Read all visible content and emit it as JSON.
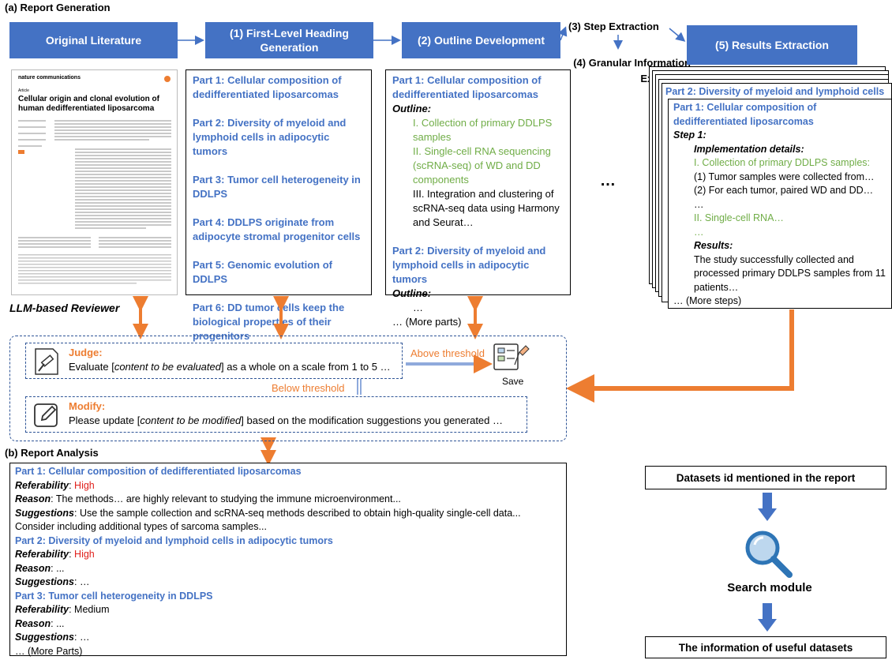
{
  "section_a": "(a) Report Generation",
  "section_b": "(b) Report Analysis",
  "headers": {
    "original": "Original Literature",
    "h1": "(1) First-Level Heading Generation",
    "h2": "(2) Outline Development",
    "h3": "(3) Step Extraction",
    "h4": "(4) Granular Information Extraction",
    "h5": "(5) Results Extraction"
  },
  "paper": {
    "journal": "nature communications",
    "type": "Article",
    "title": "Cellular origin and clonal evolution of human dedifferentiated liposarcoma"
  },
  "parts": [
    "Part 1: Cellular composition of dedifferentiated liposarcomas",
    "Part 2: Diversity of myeloid and lymphoid cells in adipocytic tumors",
    "Part 3: Tumor cell heterogeneity in DDLPS",
    "Part 4: DDLPS originate from adipocyte stromal progenitor cells",
    "Part 5: Genomic evolution of DDLPS",
    "Part 6: DD tumor cells keep the biological properties of their progenitors"
  ],
  "outline": {
    "p1": "Part 1: Cellular composition of dedifferentiated liposarcomas",
    "label": "Outline",
    "i1": "I. Collection of primary DDLPS samples",
    "i2": "II. Single-cell RNA sequencing (scRNA-seq) of WD and DD components",
    "i3": "III. Integration and clustering of scRNA-seq data using Harmony and Seurat…",
    "p2": "Part 2: Diversity of myeloid and lymphoid cells in adipocytic tumors",
    "dots": "…",
    "more": "… (More parts)"
  },
  "ellipsis": "…",
  "results": {
    "back_title": "Part 2: Diversity of myeloid and lymphoid cells",
    "p1": "Part 1: Cellular composition of dedifferentiated liposarcomas",
    "step": "Step 1",
    "impl": "Implementation details",
    "sub1": "I. Collection of primary DDLPS samples:",
    "l1": "(1)  Tumor samples were collected from…",
    "l2": "(2)  For each tumor, paired WD and DD…",
    "dots": "…",
    "sub2": "II. Single-cell RNA…",
    "gdots": "…",
    "res": "Results",
    "r1": "The study successfully collected and",
    "r2": "processed primary DDLPS samples from 11",
    "r3": "patients…",
    "more": "… (More steps)"
  },
  "reviewer": {
    "title": "LLM-based Reviewer",
    "judge_label": "Judge:",
    "judge_pre": "Evaluate [",
    "judge_em": "content to be evaluated",
    "judge_post": "] as a whole on a scale from 1 to 5 …",
    "above": "Above threshold",
    "below": "Below threshold",
    "save": "Save",
    "modify_label": "Modify:",
    "modify_pre": "Please update [",
    "modify_em": "content to be modified",
    "modify_post": "] based on the modification suggestions you generated …"
  },
  "analysis": {
    "p1": "Part 1: Cellular composition of dedifferentiated liposarcomas",
    "ref_label": "Referability",
    "ref1": "High",
    "reason_label": "Reason",
    "reason1": "The methods… are highly relevant to studying the immune microenvironment...",
    "sugg_label": "Suggestions",
    "sugg1": "Use the sample collection and scRNA-seq methods described to obtain high-quality single-cell data...",
    "sugg1b": "Consider including additional types of sarcoma samples...",
    "p2": "Part 2: Diversity of myeloid and lymphoid cells in adipocytic tumors",
    "ref2": "High",
    "reason2": "...",
    "sugg2": "…",
    "p3": "Part 3: Tumor cell heterogeneity in DDLPS",
    "ref3": "Medium",
    "reason3": "...",
    "sugg3": "…",
    "more": "… (More Parts)"
  },
  "search": {
    "datasets": "Datasets id mentioned in the report",
    "module": "Search module",
    "info": "The information of useful datasets"
  },
  "colors": {
    "blue": "#4472C4",
    "green": "#70AD47",
    "orange": "#ED7D31",
    "red": "#E0201B"
  }
}
